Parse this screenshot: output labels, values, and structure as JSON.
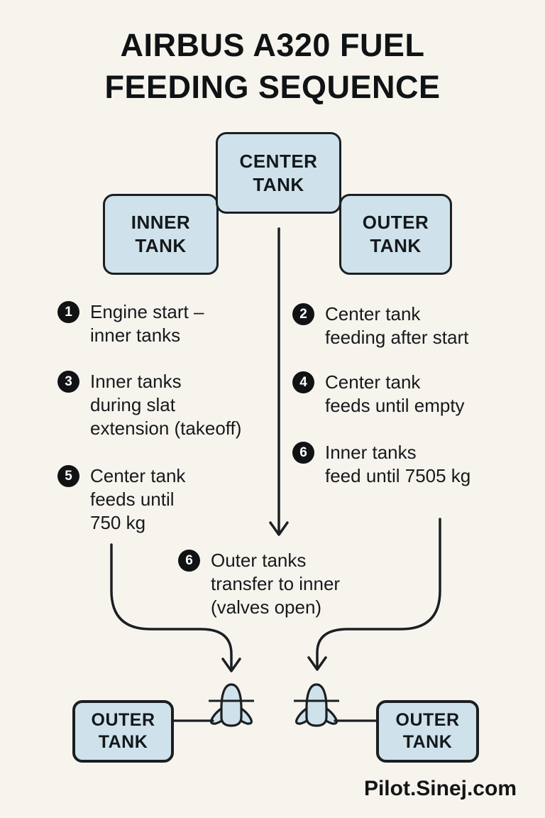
{
  "title": {
    "line1": "AIRBUS A320 FUEL",
    "line2": "FEEDING SEQUENCE"
  },
  "tanks": {
    "center": "CENTER\nTANK",
    "inner": "INNER\nTANK",
    "outer_top": "OUTER\nTANK",
    "outer_bottom_left": "OUTER\nTANK",
    "outer_bottom_right": "OUTER\nTANK"
  },
  "steps": [
    {
      "num": "1",
      "text": "Engine start –\ninner tanks"
    },
    {
      "num": "2",
      "text": "Center tank\nfeeding after start"
    },
    {
      "num": "3",
      "text": "Inner tanks\nduring slat\nextension (takeoff)"
    },
    {
      "num": "4",
      "text": "Center tank\nfeeds until empty"
    },
    {
      "num": "5",
      "text": "Center tank\nfeeds until\n750 kg"
    },
    {
      "num": "6",
      "text": "Inner tanks\nfeed until 7505 kg"
    },
    {
      "num": "6",
      "text": "Outer tanks\ntransfer to inner\n(valves open)"
    }
  ],
  "watermark": "Pilot.Sinej.com",
  "icons": {
    "airplane_left": "airplane-top-view",
    "airplane_right": "airplane-top-view",
    "center_arrow": "down-arrow",
    "left_transfer_arrow": "curved-down-arrow",
    "right_transfer_arrow": "curved-down-arrow"
  },
  "colors": {
    "background": "#f7f4ee",
    "tank_fill": "#cfe2eb",
    "outline": "#1b1f22",
    "badge_fill": "#101214",
    "badge_text": "#ffffff",
    "text": "#14181b"
  }
}
